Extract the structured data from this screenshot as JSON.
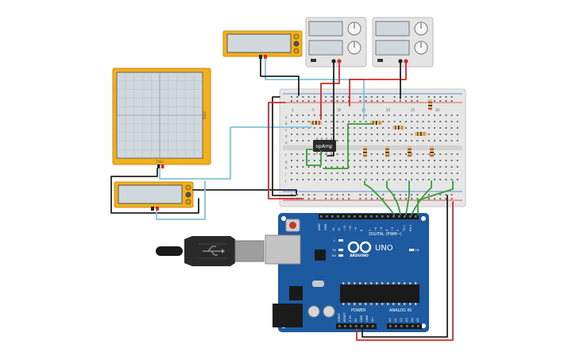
{
  "oscilloscope": {
    "ylabel": "V/div",
    "xlabel": "T/div"
  },
  "opamp": {
    "label": "opAmp"
  },
  "arduino": {
    "logo": "ARDUINO",
    "model": "UNO",
    "digital_header": "DIGITAL (PWM~)",
    "power_header": "POWER",
    "analog_header": "ANALOG IN",
    "tx": "TX",
    "rx": "RX",
    "l": "L",
    "on": "ON",
    "aref": "AREF",
    "gnd": "GND",
    "digital_pins": [
      "13",
      "12",
      "~11",
      "~10",
      "~9",
      "8",
      "7",
      "~6",
      "~5",
      "4",
      "~3",
      "2",
      "TX 1",
      "RX 0"
    ],
    "power_pins": [
      "IOREF",
      "RESET",
      "3.3V",
      "5V",
      "GND",
      "GND",
      "Vin"
    ],
    "analog_pins": [
      "A0",
      "A1",
      "A2",
      "A3",
      "A4",
      "A5"
    ]
  },
  "breadboard": {
    "row_letters_top": [
      "a",
      "b",
      "c",
      "d",
      "e"
    ],
    "row_letters_bottom": [
      "f",
      "g",
      "h",
      "i",
      "j"
    ],
    "column_numbers": [
      "1",
      "5",
      "10",
      "15",
      "20",
      "25",
      "30"
    ]
  },
  "colors": {
    "instrument_frame": "#f2b01e",
    "lcd": "#cfd8dc",
    "arduino_board": "#1e5aa0",
    "wire_cyan": "#7ec8d8",
    "wire_red": "#d62828",
    "wire_black": "#222222",
    "wire_green": "#35a035"
  }
}
